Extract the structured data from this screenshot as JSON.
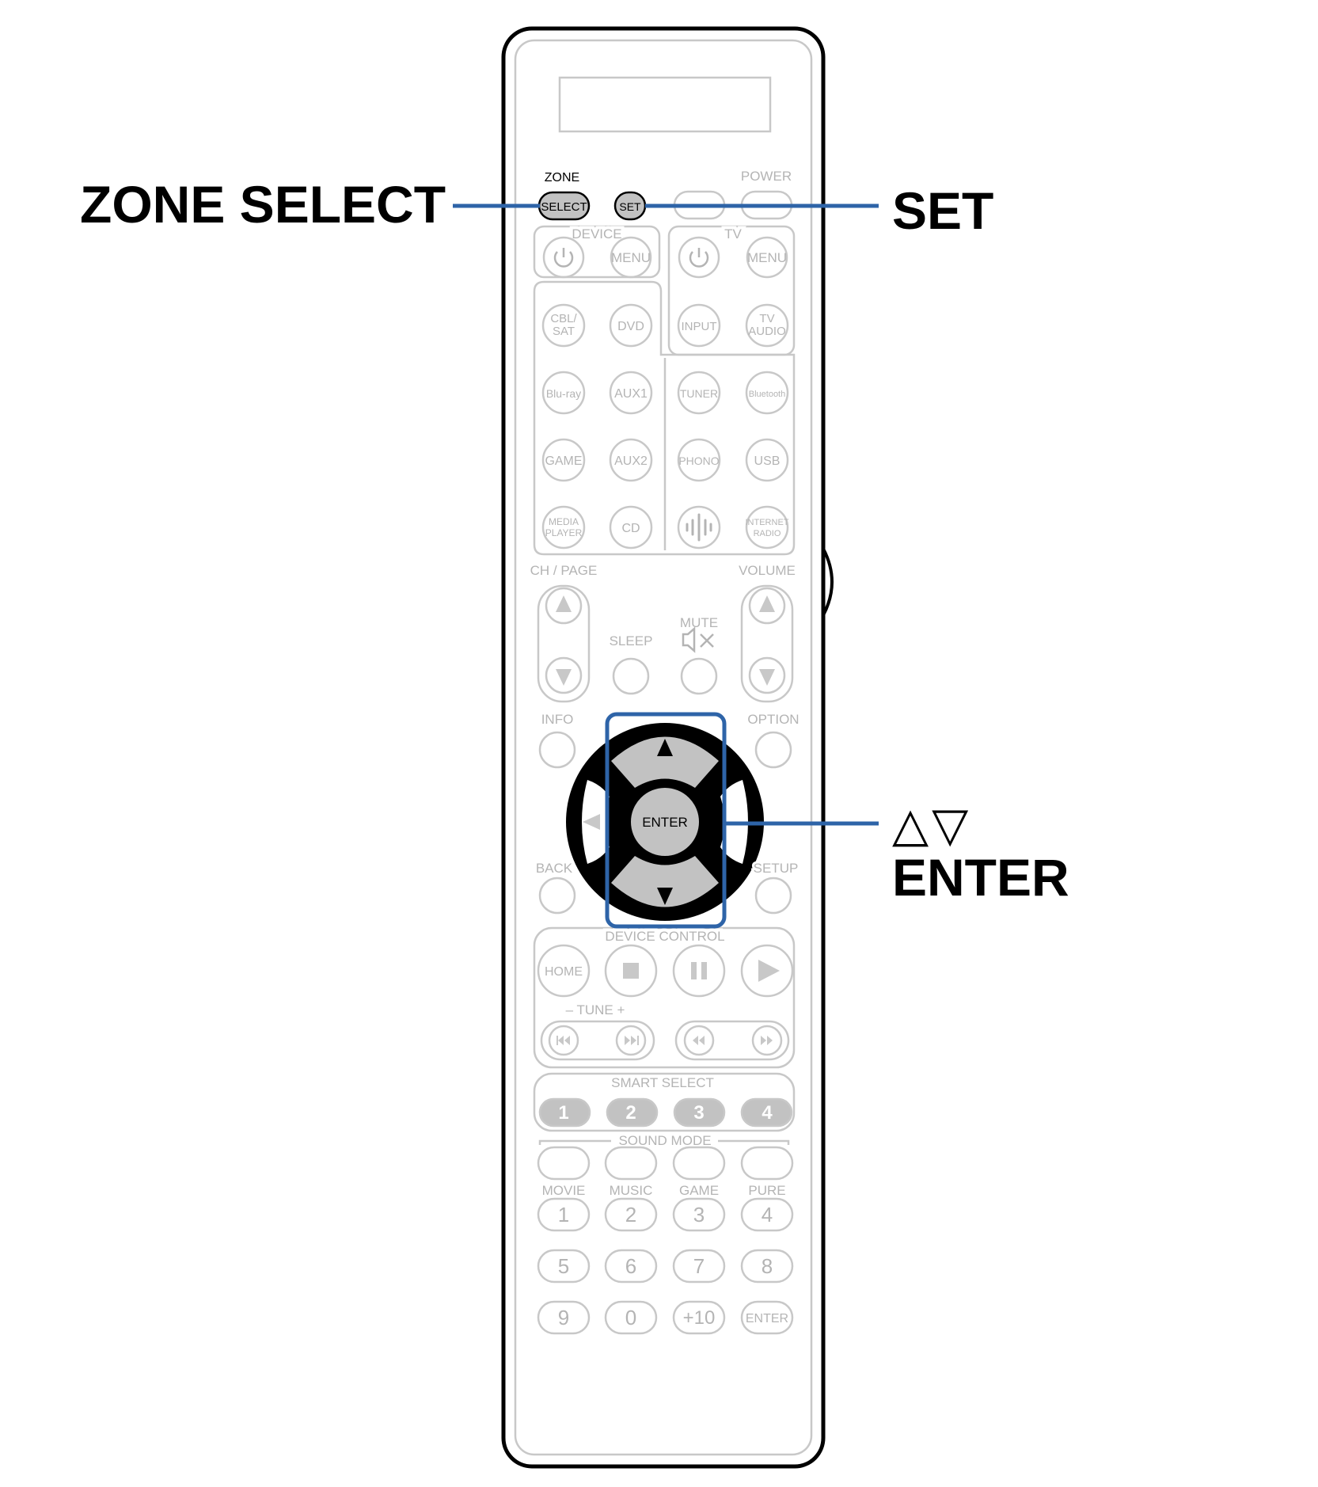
{
  "callouts": {
    "zone_select": "ZONE SELECT",
    "set": "SET",
    "arrows": "△▽",
    "enter": "ENTER"
  },
  "colors": {
    "outline": "#000000",
    "faded": "#c8c8c8",
    "faded_text": "#b4b4b4",
    "highlight": "#2e64a8",
    "pad_fill": "#c2c2c2"
  },
  "remote": {
    "zone_label": "ZONE",
    "select_btn": "SELECT",
    "set_btn": "SET",
    "power_label": "POWER",
    "device_label": "DEVICE",
    "tv_label": "TV",
    "menu": "MENU",
    "power_icon": "power-icon",
    "sources": {
      "cbl_sat": [
        "CBL/",
        "SAT"
      ],
      "dvd": "DVD",
      "input": "INPUT",
      "tv_audio": [
        "TV",
        "AUDIO"
      ],
      "bluray": "Blu-ray",
      "aux1": "AUX1",
      "tuner": "TUNER",
      "bluetooth": "Bluetooth",
      "game": "GAME",
      "aux2": "AUX2",
      "phono": "PHONO",
      "usb": "USB",
      "media_player": [
        "MEDIA",
        "PLAYER"
      ],
      "cd": "CD",
      "heos_icon": "heos-icon",
      "internet_radio": [
        "INTERNET",
        "RADIO"
      ]
    },
    "ch_page": "CH / PAGE",
    "volume": "VOLUME",
    "sleep": "SLEEP",
    "mute": "MUTE",
    "info": "INFO",
    "option": "OPTION",
    "back": "BACK",
    "setup": "SETUP",
    "enter_center": "ENTER",
    "device_control": "DEVICE CONTROL",
    "home": "HOME",
    "tune": "–   TUNE   +",
    "smart_select": "SMART SELECT",
    "smart_buttons": [
      "1",
      "2",
      "3",
      "4"
    ],
    "sound_mode": "SOUND MODE",
    "sound_modes": [
      "MOVIE",
      "MUSIC",
      "GAME",
      "PURE"
    ],
    "keypad": [
      "1",
      "2",
      "3",
      "4",
      "5",
      "6",
      "7",
      "8",
      "9",
      "0",
      "+10",
      "ENTER"
    ]
  }
}
